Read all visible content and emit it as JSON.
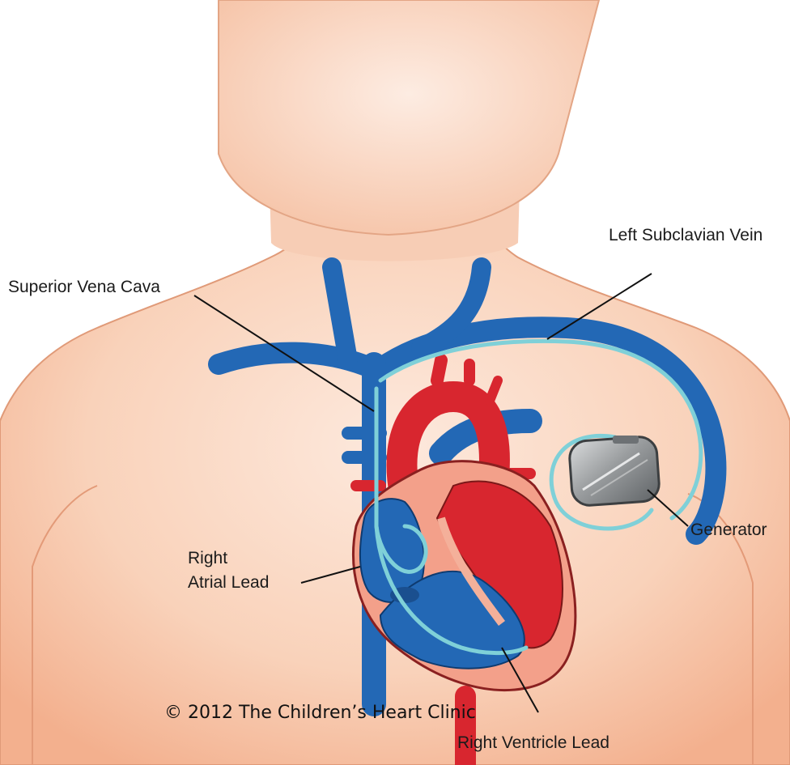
{
  "labels": {
    "superior_vena_cava": "Superior Vena Cava",
    "left_subclavian_vein": "Left Subclavian Vein",
    "generator": "Generator",
    "right_atrial_lead_line1": "Right",
    "right_atrial_lead_line2": "Atrial Lead",
    "right_ventricle_lead": "Right Ventricle Lead"
  },
  "copyright": "© 2012 The Children’s Heart Clinic",
  "colors": {
    "skin": "#f7c2a4",
    "skin_light": "#fde9dd",
    "vein_blue": "#2368b5",
    "artery_red": "#d8262f",
    "lead_teal": "#7fd0d8",
    "generator_gray": "#8f9294"
  }
}
